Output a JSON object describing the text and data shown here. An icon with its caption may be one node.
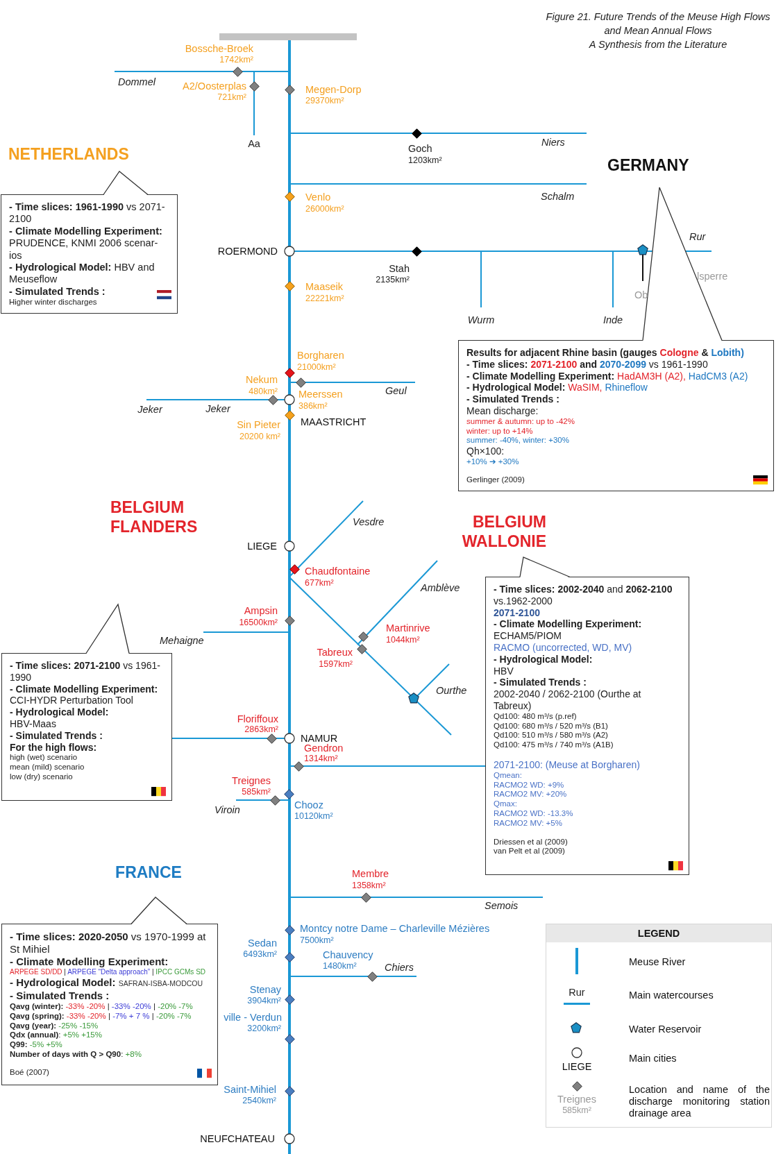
{
  "diagram": {
    "title": "Figure 21. Future Trends of the Meuse High Flows and Mean Annual Flows",
    "nodes": [
      {
        "text": [
          "**- Time slices: 1961-1990** vs 2071-2100",
          "**- Climate Modelling Experiment:** PRUDENCE, KNMI 2006 scenar-ios",
          "**- Hydrological Model:** HBV and Meuseflow",
          "- Simulated Trends :",
          "Higher winter discharges"
        ]
      },
      {
        "text": [
          "Results for adjacent Rhine basin (gauges Cologne & Lobith)",
          "**- Time slices: 2071-2100 and 2070-2099** vs 1961-1990",
          "**- Climate Modelling Experiment:** HadAM3H (A2), HadCM3 (A2)",
          "**- Hydrological Model:** WaSIM, Rhineflow",
          "- Simulated Trends :",
          "Mean discharge:",
          "summer & autumn: up to -42%",
          "winter: up to +14%",
          "summer: -40%, winter: +30%",
          "Qh×100:",
          "+10% ➔ +30%",
          "Gerlinger (2009)"
        ]
      },
      {
        "text": [
          "**- Time slices: 2071-2100** vs 1961-1990",
          "**- Climate Modelling Experiment:** CCI-HYDR Perturbation Tool",
          "- Hydrological Model:",
          "HBV-Maas",
          "- Simulated Trends :",
          "For the high flows:",
          "high (wet) scenario",
          "mean (mild) scenario",
          "low (dry) scenario"
        ]
      },
      {
        "text": [
          "**- Time slices: 2002-2040** and **2062-2100** vs.1962-2000",
          "2071-2100",
          "- Climate Modelling Experiment:",
          "ECHAM5/PIOM",
          "RACMO (uncorrected, WD, MV)",
          "- Hydrological Model:",
          "HBV",
          "- Simulated Trends :",
          "2002-2040 / 2062-2100 (Ourthe at Tabreux)",
          "Qd100: 480 m³/s (p.ref)",
          "Qd100: 680 m³/s / 520 m³/s (B1)",
          "Qd100: 510 m³/s / 580 m³/s (A2)",
          "Qd100: 475 m³/s / 740 m³/s (A1B)",
          "2071-2100: (Meuse at Borgharen)",
          "Qmean:",
          "RACMO2 WD: +9%",
          "RACMO2 MV: +20%",
          "Qmax:",
          "RACMO2 WD: -13.3%",
          "RACMO2 MV: +5%",
          "Driessen et al (2009)",
          "van Pelt et al (2009)"
        ]
      },
      {
        "text": [
          "**- Time slices: 2020-2050** vs 1970-1999 at St Mihiel",
          "- Climate Modelling Experiment:",
          "ARPEGE SD/DD | ARPEGE “Delta approach” | IPCC GCMs SD",
          "**- Hydrological Model:** SAFRAN-ISBA-MODCOU",
          "- Simulated Trends :",
          "**Qavg (winter):** -33% -20% | -33% -20% | -20% -7%",
          "**Qavg (spring):** -33% -20% | -7% + 7 % | -20% -7%",
          "**Qavg (year):** -25% -15%",
          "**Qdx (annual)**: +5% +15%",
          "**Q99:** -5% +5%",
          "**Number of days with Q > Q90**: +8%",
          "Boé (2007)"
        ]
      }
    ],
    "labels": [
      "A Synthesis from the Literature",
      "Bossche-Broek",
      "1742km²",
      "Dommel",
      "A2/Oosterplas",
      "721km²",
      "Megen-Dorp",
      "29370km²",
      "Goch",
      "1203km²",
      "Niers",
      "Aa",
      "NETHERLANDS",
      "GERMANY",
      "Venlo",
      "26000km²",
      "Schalm",
      "Rur",
      "ROERMOND",
      "Stah",
      "2135km²",
      "Maaseik",
      "22221km²",
      "lsperre",
      "Ob",
      "Wurm",
      "Inde",
      "Borgharen",
      "21000km²",
      "Nekum",
      "480km²",
      "Meerssen",
      "386km²",
      "Geul",
      "Jeker",
      "Jeker",
      "Sin Pieter",
      "20200 km²",
      "MAASTRICHT",
      "BELGIUM FLANDERS",
      "Vesdre",
      "BELGIUM WALLONIE",
      "LIEGE",
      "Chaudfontaine",
      "677km²",
      "Amblève",
      "Ampsin",
      "16500km²",
      "Martinrive",
      "1044km²",
      "Mehaigne",
      "Tabreux",
      "1597km²",
      "Ourthe",
      "Floriffoux",
      "2863km²",
      "NAMUR",
      "Gendron",
      "1314km²",
      "Treignes",
      "585km²",
      "Chooz",
      "10120km²",
      "Viroin",
      "FRANCE",
      "Membre",
      "1358km²",
      "Semois",
      "Montcy notre Dame – Charleville Mézières",
      "7500km²",
      "Sedan",
      "6493km²",
      "Chauvency",
      "1480km²",
      "Chiers",
      "Stenay",
      "3904km²",
      "ville - Verdun",
      "3200km²",
      "Saint-Mihiel",
      "2540km²",
      "NEUFCHATEAU",
      "LEGEND",
      "Rur",
      "LIEGE",
      "Treignes",
      "585km²"
    ],
    "legend": [
      {
        "text": "Meuse River"
      },
      {
        "text": "Main watercourses"
      },
      {
        "text": "Water Reservoir"
      },
      {
        "text": "Main cities"
      },
      {
        "text": "Location and name of the discharge monitoring station drainage area"
      }
    ]
  }
}
